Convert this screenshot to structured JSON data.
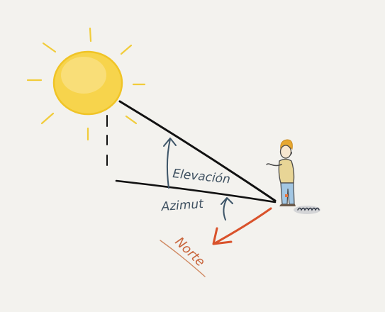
{
  "labels": {
    "elevation": "Elevación",
    "azimuth": "Azimut",
    "north": "Norte"
  },
  "colors": {
    "background": "#f3f2ee",
    "sun_fill": "#f7d44c",
    "sun_outline": "#f0c426",
    "ray": "#f1cc3a",
    "line": "#111111",
    "arrow": "#3d5568",
    "label_text": "#3f5161",
    "north_arrow": "#d9522b",
    "north_text": "#c8643a",
    "person_hair": "#e7a830",
    "person_shirt": "#e8d596",
    "person_pants": "#a3c7e3",
    "shadow": "#c9cbcf"
  }
}
